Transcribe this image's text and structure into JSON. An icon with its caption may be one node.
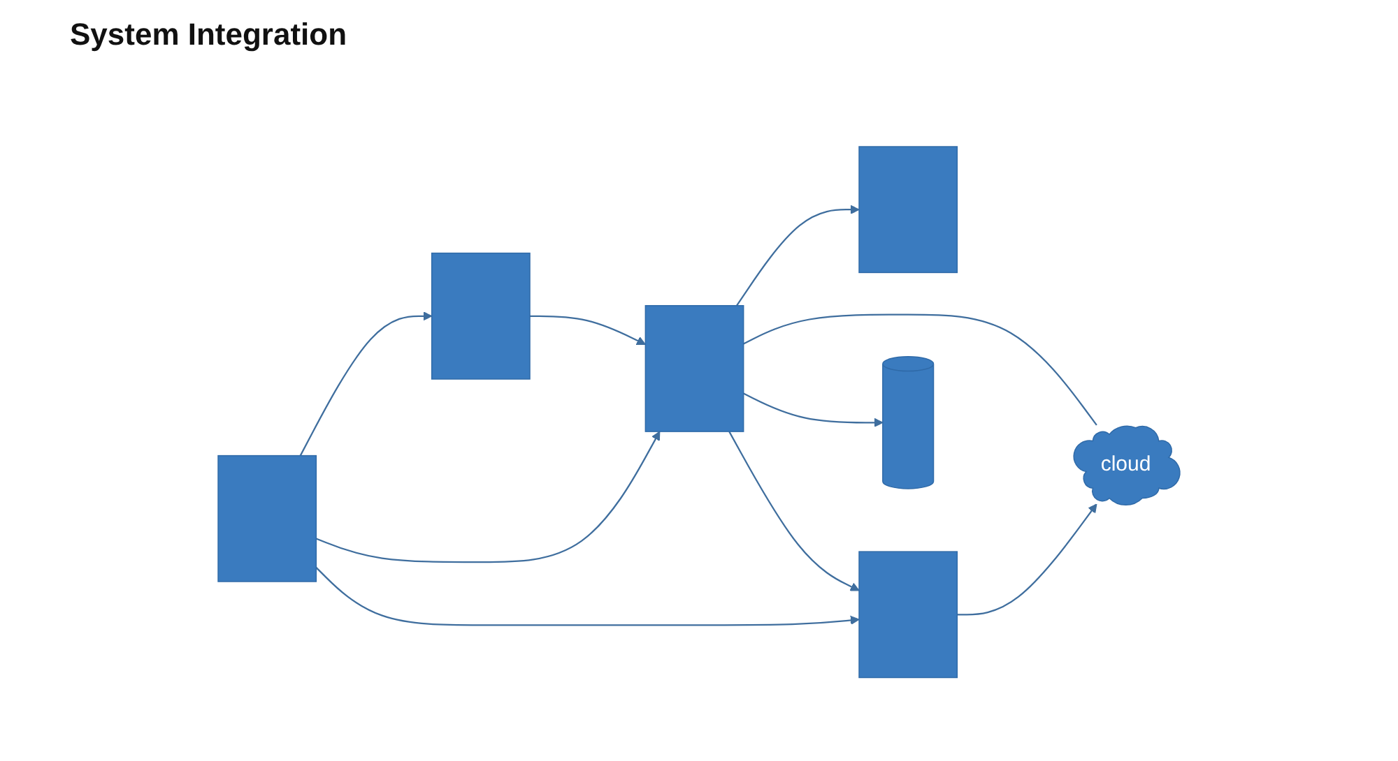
{
  "diagram": {
    "title": "System Integration",
    "nodes": [
      {
        "text": [],
        "shape": "box"
      },
      {
        "text": [],
        "shape": "box"
      },
      {
        "text": [],
        "shape": "box"
      },
      {
        "text": [],
        "shape": "box"
      },
      {
        "text": [],
        "shape": "box"
      },
      {
        "text": [],
        "shape": "cylinder"
      },
      {
        "text": [
          "cloud"
        ]
      }
    ],
    "edges": [
      {
        "from": 0,
        "to": 1,
        "arrow": "to"
      },
      {
        "from": 0,
        "to": 2,
        "arrow": "to"
      },
      {
        "from": 0,
        "to": 4,
        "arrow": "to"
      },
      {
        "from": 1,
        "to": 2,
        "arrow": "to"
      },
      {
        "from": 2,
        "to": 3,
        "arrow": "to"
      },
      {
        "from": 2,
        "to": 5,
        "arrow": "to"
      },
      {
        "from": 2,
        "to": 4,
        "arrow": "to"
      },
      {
        "from": 4,
        "to": 6,
        "arrow": "to"
      },
      {
        "from": 6,
        "to": 2,
        "arrow": "none"
      }
    ]
  }
}
